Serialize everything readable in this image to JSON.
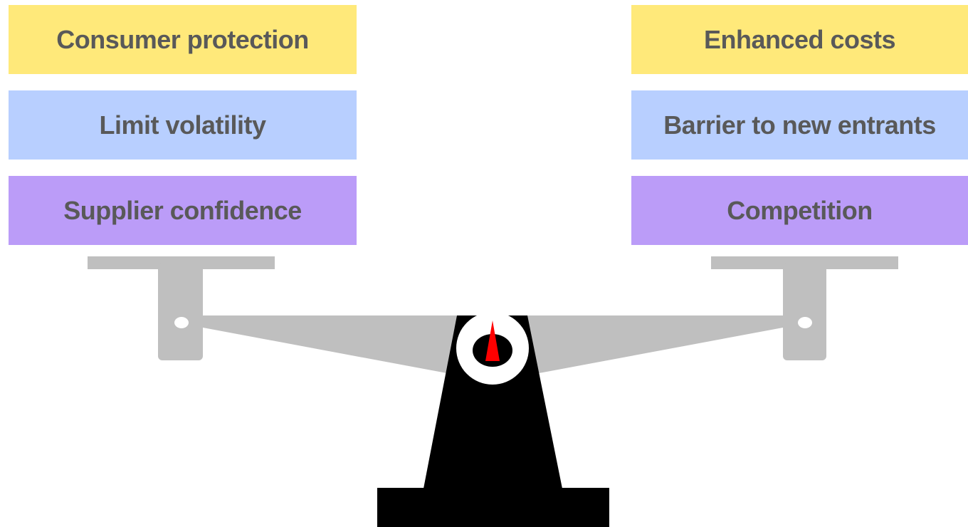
{
  "left_side": {
    "items": [
      {
        "label": "Consumer protection"
      },
      {
        "label": "Limit volatility"
      },
      {
        "label": "Supplier confidence"
      }
    ]
  },
  "right_side": {
    "items": [
      {
        "label": "Enhanced costs"
      },
      {
        "label": "Barrier to new entrants"
      },
      {
        "label": "Competition"
      }
    ]
  },
  "colors": {
    "row1": "#ffe97a",
    "row2": "#b8cfff",
    "row3": "#bb9cf8",
    "text": "#595959",
    "beam": "#bfbfbf",
    "stand": "#000000",
    "needle": "#ff0000"
  }
}
